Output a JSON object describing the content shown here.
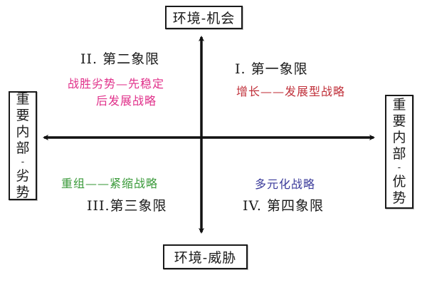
{
  "diagram": {
    "type": "SWOT quadrant",
    "axes": {
      "top": {
        "label": "环境-机会"
      },
      "bottom": {
        "label": "环境-威胁"
      },
      "left": {
        "label": "重要内部-劣势",
        "chars": [
          "重",
          "要",
          "内",
          "部",
          "-",
          "劣",
          "势"
        ]
      },
      "right": {
        "label": "重要内部-优势",
        "chars": [
          "重",
          "要",
          "内",
          "部",
          "-",
          "优",
          "势"
        ]
      }
    },
    "quadrants": [
      {
        "id": "I",
        "title": "I.  第一象限",
        "strategy": "增长——发展型战略",
        "color": "#c0303a"
      },
      {
        "id": "II",
        "title": "II. 第二象限",
        "strategy_line1": "战胜劣势—先稳定",
        "strategy_line2": "后发展战略",
        "color": "#e0308a"
      },
      {
        "id": "III",
        "title": "III.第三象限",
        "strategy": "重组——紧缩战略",
        "color": "#3a9a3a"
      },
      {
        "id": "IV",
        "title": "IV. 第四象限",
        "strategy": "多元化战略",
        "color": "#3a3a9a"
      }
    ],
    "colors": {
      "axis": "#111111",
      "box_border": "#1a1a1a"
    }
  }
}
